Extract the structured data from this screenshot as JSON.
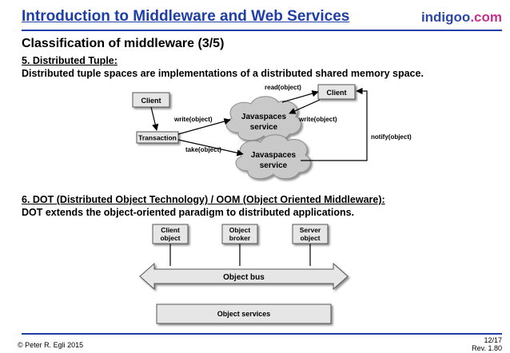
{
  "header": {
    "title": "Introduction to Middleware and Web Services",
    "brand_part1": "indigoo",
    "brand_part2": ".com"
  },
  "slide": {
    "heading": "Classification of middleware (3/5)",
    "section5": {
      "title": "5. Distributed Tuple:",
      "text": "Distributed tuple spaces are implementations of a distributed shared memory space."
    },
    "section6": {
      "title": "6. DOT (Distributed Object Technology) / OOM (Object Oriented Middleware):",
      "text": "DOT extends the object-oriented paradigm to distributed applications."
    }
  },
  "diagram1": {
    "client_left": "Client",
    "client_right": "Client",
    "transaction": "Transaction",
    "service1_line1": "Javaspaces",
    "service1_line2": "service",
    "service2_line1": "Javaspaces",
    "service2_line2": "service",
    "read_label": "read(object)",
    "write_left_label": "write(object)",
    "write_right_label": "write(object)",
    "take_label": "take(object)",
    "notify_label": "notify(object)"
  },
  "diagram2": {
    "client_object_line1": "Client",
    "client_object_line2": "object",
    "object_broker_line1": "Object",
    "object_broker_line2": "broker",
    "server_object_line1": "Server",
    "server_object_line2": "object",
    "object_bus": "Object bus",
    "object_services": "Object services"
  },
  "footer": {
    "copyright": "© Peter R. Egli 2015",
    "page": "12/17",
    "revision": "Rev. 1.80"
  },
  "colors": {
    "title_blue": "#1f3fa8",
    "brand_blue": "#2d47a8",
    "brand_pink": "#c6318a",
    "box_fill": "#e6e6e6",
    "cloud_fill": "#c9c9c9"
  }
}
